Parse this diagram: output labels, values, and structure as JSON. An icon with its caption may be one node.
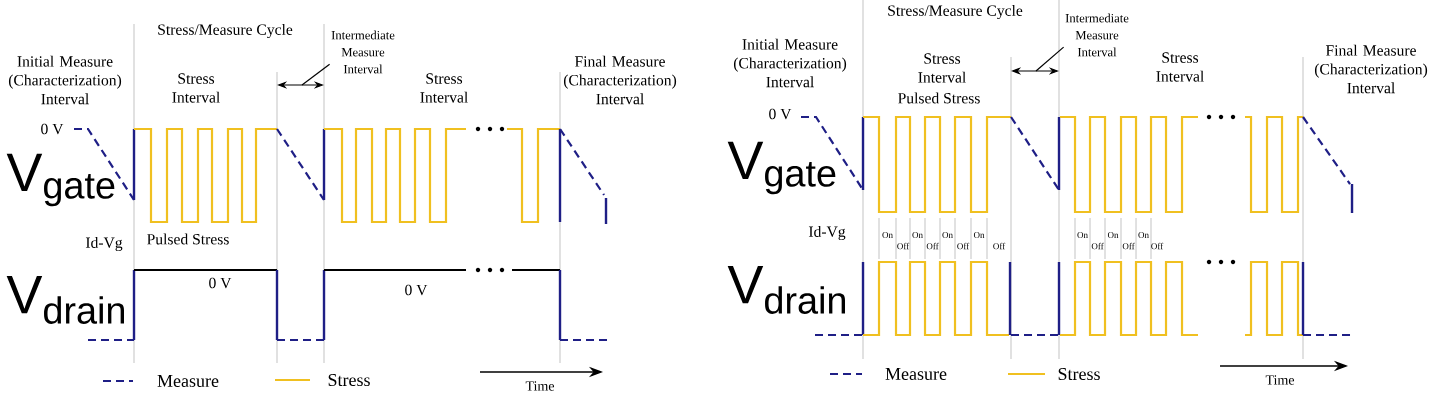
{
  "diagram": {
    "nodes": [
      {
        "text": [
          "Intermediate Measure Interval"
        ]
      },
      {
        "text": [
          "Intermediate Measure Interval"
        ]
      }
    ],
    "edges": [
      {
        "from": 0,
        "to": null,
        "arrow": "none"
      },
      {
        "from": 1,
        "to": null,
        "arrow": "none"
      }
    ],
    "labels": [
      "Stress/Measure Cycle",
      "Initial Measure (Characterization) Interval",
      "Stress Interval",
      "Stress Interval",
      "Final Measure (Characterization) Interval",
      "0 V",
      "V$_{gate}$",
      "Id-Vg",
      "Pulsed Stress",
      "V$_{drain}$",
      "0 V",
      "0 V",
      "Time",
      "Stress/Measure Cycle",
      "Initial Measure (Characterization) Interval",
      "Stress Interval",
      "Pulsed Stress",
      "Stress Interval",
      "Final Measure (Characterization) Interval",
      "0 V",
      "V$_{gate}$",
      "Id-Vg",
      "On",
      "Off",
      "On",
      "Off",
      "On",
      "Off",
      "On",
      "Off",
      "On",
      "Off",
      "On",
      "Off",
      "On",
      "Off",
      "V$_{drain}$",
      "Time"
    ],
    "legend": [
      {
        "text": "Measure"
      },
      {
        "text": "Stress"
      },
      {
        "text": "Measure"
      },
      {
        "text": "Stress"
      }
    ]
  }
}
